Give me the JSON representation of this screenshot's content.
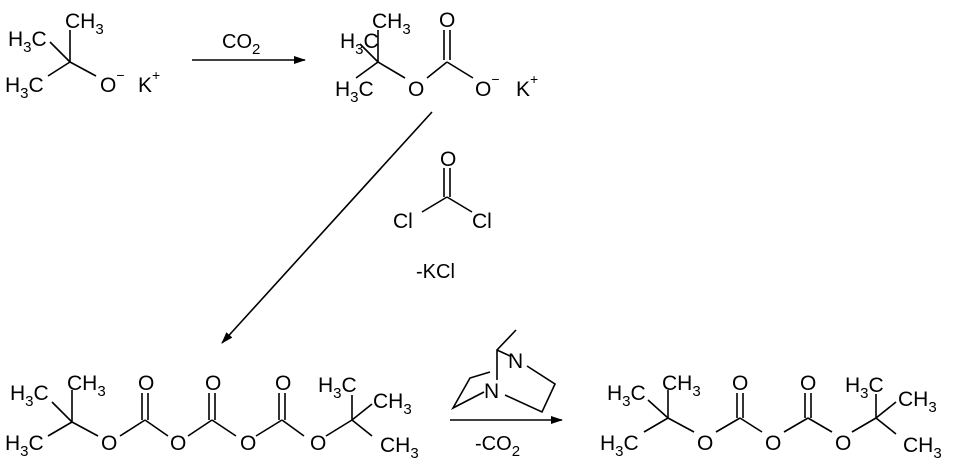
{
  "reactant": {
    "labels": [
      "H3C",
      "CH3",
      "H3C",
      "O-",
      "K+"
    ]
  },
  "step1": {
    "reagent": "CO2"
  },
  "intermediate": {
    "labels": [
      "H3C",
      "CH3",
      "H3C",
      "O",
      "O",
      "O-",
      "K+"
    ]
  },
  "step2": {
    "reagent_atoms": [
      "O",
      "Cl",
      "Cl"
    ],
    "byproduct": "-KCl"
  },
  "pyrocarbonate": {
    "labels": [
      "H3C",
      "CH3",
      "H3C",
      "O",
      "O",
      "O",
      "O",
      "O",
      "O",
      "O",
      "H3C",
      "CH3",
      "CH3"
    ]
  },
  "step3": {
    "catalyst_atoms": [
      "N",
      "N"
    ],
    "byproduct": "-CO2"
  },
  "product": {
    "labels": [
      "H3C",
      "CH3",
      "H3C",
      "O",
      "O",
      "O",
      "O",
      "O",
      "H3C",
      "CH3",
      "CH3"
    ]
  }
}
